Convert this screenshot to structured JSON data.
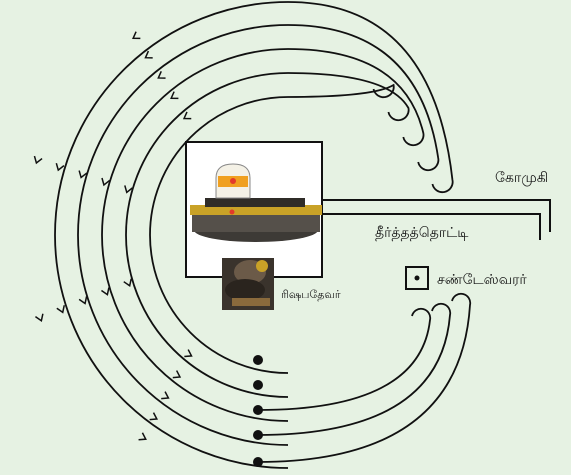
{
  "labels": {
    "gomukhi": "கோமுகி",
    "theertha_thotti": "தீர்த்தத்தொட்டி",
    "chandeswarar": "சண்டேஸ்வரர்",
    "rishabadevar": "ரிஷபதேவர்"
  },
  "colors": {
    "background": "#e6f2e3",
    "line": "#111111",
    "lingam_white": "#f4f1e6",
    "tilak_orange": "#f0a020",
    "tilak_red": "#e33a2a",
    "peetam_gold": "#c9a227",
    "peetam_stone": "#55504a"
  },
  "icons": {
    "shrine": "shivalingam-icon",
    "bull": "nandi-icon",
    "shrine_box": "chandeswarar-shrine-icon",
    "start_marker": "start-dot-icon"
  }
}
